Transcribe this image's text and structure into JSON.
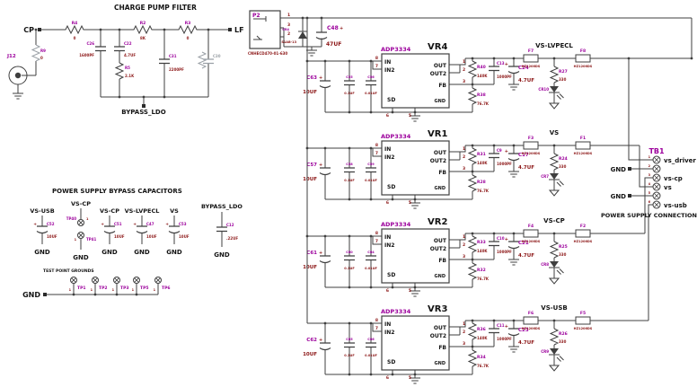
{
  "headings": {
    "charge_pump": "CHARGE PUMP FILTER",
    "bypass": "POWER SUPPLY BYPASS CAPACITORS",
    "test_points": "TEST POINT GROUNDS",
    "connection": "POWER SUPPLY CONNECTION"
  },
  "plus": "+",
  "nets": {
    "cp": "CP",
    "lf": "LF",
    "gnd": "GND",
    "bypass_ldo": "BYPASS_LDO"
  },
  "colors": {
    "wire": "#3f3f3f",
    "ref": "#9c009c",
    "value": "#8c1616",
    "label": "#141414",
    "muted": "#9aa0a6"
  },
  "charge_pump": {
    "r4": {
      "ref": "R4",
      "value": "0"
    },
    "r2": {
      "ref": "R2",
      "value": "8K"
    },
    "r3": {
      "ref": "R3",
      "value": "0"
    },
    "r5": {
      "ref": "R5",
      "value": "2.1K"
    },
    "r9": {
      "ref": "R9",
      "value": "0"
    },
    "c26": {
      "ref": "C26",
      "value": "1600PF"
    },
    "c22": {
      "ref": "C22",
      "value": "4.7UF"
    },
    "c31": {
      "ref": "C31",
      "value": "2200PF"
    },
    "c30": {
      "ref": "C30"
    },
    "j12": {
      "ref": "J12"
    }
  },
  "input": {
    "p2": {
      "ref": "P2",
      "part": "CNHECD470-01-630",
      "pin1": "1",
      "pin3": "3",
      "pin2": "2"
    },
    "cr4": {
      "ref": "CR4",
      "value": "S1AB-13"
    },
    "c48": {
      "ref": "C48",
      "value": "47UF"
    }
  },
  "ic_pins": {
    "in": "IN",
    "in2": "IN2",
    "out": "OUT",
    "out2": "OUT2",
    "fb": "FB",
    "sd": "SD",
    "gnd": "GND",
    "n8": "8",
    "n7": "7",
    "n1": "1",
    "n2": "2",
    "n3": "3",
    "n6": "6",
    "n5": "5"
  },
  "regulators": [
    {
      "name": "VR4",
      "part": "ADP3334",
      "rail": "VS-LVPECL",
      "cin": {
        "ref": "C63",
        "value": "10UF"
      },
      "ca": {
        "ref": "C55",
        "value": "0.1UF"
      },
      "cb": {
        "ref": "C56",
        "value": "0.01UF"
      },
      "rtop": {
        "ref": "R40",
        "value": "140K"
      },
      "rbot": {
        "ref": "R38",
        "value": "76.7K"
      },
      "cfb": {
        "ref": "C13",
        "value": "1000PF"
      },
      "cout": {
        "ref": "C24",
        "value": "4.7UF"
      },
      "beadl": {
        "ref": "F7",
        "value": "HZ1206DS"
      },
      "beadr": {
        "ref": "F8",
        "value": "HZ1206DS"
      },
      "rled": {
        "ref": "R27",
        "value": "330"
      },
      "led": {
        "ref": "CR10"
      }
    },
    {
      "name": "VR1",
      "part": "ADP3334",
      "rail": "VS",
      "cin": {
        "ref": "C57",
        "value": "10UF"
      },
      "ca": {
        "ref": "C58",
        "value": "0.1UF"
      },
      "cb": {
        "ref": "C59",
        "value": "0.01UF"
      },
      "rtop": {
        "ref": "R31",
        "value": "140K"
      },
      "rbot": {
        "ref": "R28",
        "value": "76.7K"
      },
      "cfb": {
        "ref": "C9",
        "value": "1000PF"
      },
      "cout": {
        "ref": "C17",
        "value": "4.7UF"
      },
      "beadl": {
        "ref": "F3",
        "value": "HZ1206DS"
      },
      "beadr": {
        "ref": "F1",
        "value": "HZ1206DS"
      },
      "rled": {
        "ref": "R24",
        "value": "330"
      },
      "led": {
        "ref": "CR7"
      }
    },
    {
      "name": "VR2",
      "part": "ADP3334",
      "rail": "VS-CP",
      "cin": {
        "ref": "C61",
        "value": "10UF"
      },
      "ca": {
        "ref": "C60",
        "value": "0.1UF"
      },
      "cb": {
        "ref": "C64",
        "value": "0.01UF"
      },
      "rtop": {
        "ref": "R33",
        "value": "140K"
      },
      "rbot": {
        "ref": "R32",
        "value": "76.7K"
      },
      "cfb": {
        "ref": "C10",
        "value": "1000PF"
      },
      "cout": {
        "ref": "C21",
        "value": "4.7UF"
      },
      "beadl": {
        "ref": "F4",
        "value": "HZ1206DS"
      },
      "beadr": {
        "ref": "F2",
        "value": "HZ1206DS"
      },
      "rled": {
        "ref": "R25",
        "value": "330"
      },
      "led": {
        "ref": "CR8"
      }
    },
    {
      "name": "VR3",
      "part": "ADP3334",
      "rail": "VS-USB",
      "cin": {
        "ref": "C62",
        "value": "10UF"
      },
      "ca": {
        "ref": "C65",
        "value": "0.1UF"
      },
      "cb": {
        "ref": "C66",
        "value": "0.01UF"
      },
      "rtop": {
        "ref": "R36",
        "value": "140K"
      },
      "rbot": {
        "ref": "R34",
        "value": "76.7K"
      },
      "cfb": {
        "ref": "C11",
        "value": "1000PF"
      },
      "cout": {
        "ref": "C23",
        "value": "4.7UF"
      },
      "beadl": {
        "ref": "F6",
        "value": "HZ1206DS"
      },
      "beadr": {
        "ref": "F5",
        "value": "HZ1206DS"
      },
      "rled": {
        "ref": "R26",
        "value": "330"
      },
      "led": {
        "ref": "CR9"
      }
    }
  ],
  "tb1": {
    "ref": "TB1",
    "gnd": "GND",
    "terminals": [
      {
        "n": "1",
        "label": "vs_driver"
      },
      {
        "n": "2",
        "label": ""
      },
      {
        "n": "3",
        "label": "vs-cp"
      },
      {
        "n": "4",
        "label": "vs"
      },
      {
        "n": "5",
        "label": ""
      },
      {
        "n": "6",
        "label": "vs-usb"
      }
    ]
  },
  "bypass": {
    "gnd": "GND",
    "cols": [
      {
        "net": "VS-USB",
        "ref": "C52",
        "value": "10UF"
      },
      {
        "net": "VS-CP",
        "tp_top": {
          "ref": "TP40",
          "n": "1"
        },
        "tp_bot": {
          "ref": "TP41",
          "n": "1"
        }
      },
      {
        "net": "VS-CP",
        "ref": "C51",
        "value": "10UF"
      },
      {
        "net": "VS-LVPECL",
        "ref": "C47",
        "value": "10UF"
      },
      {
        "net": "VS",
        "ref": "C53",
        "value": "10UF"
      },
      {
        "net": "BYPASS_LDO",
        "ref": "C12",
        "value": ".22UF"
      }
    ]
  },
  "testpoints": {
    "gnd": "GND",
    "items": [
      {
        "ref": "TP1",
        "n": "1"
      },
      {
        "ref": "TP2",
        "n": "1"
      },
      {
        "ref": "TP3",
        "n": "1"
      },
      {
        "ref": "TP5",
        "n": "1"
      },
      {
        "ref": "TP6",
        "n": "1"
      }
    ]
  }
}
